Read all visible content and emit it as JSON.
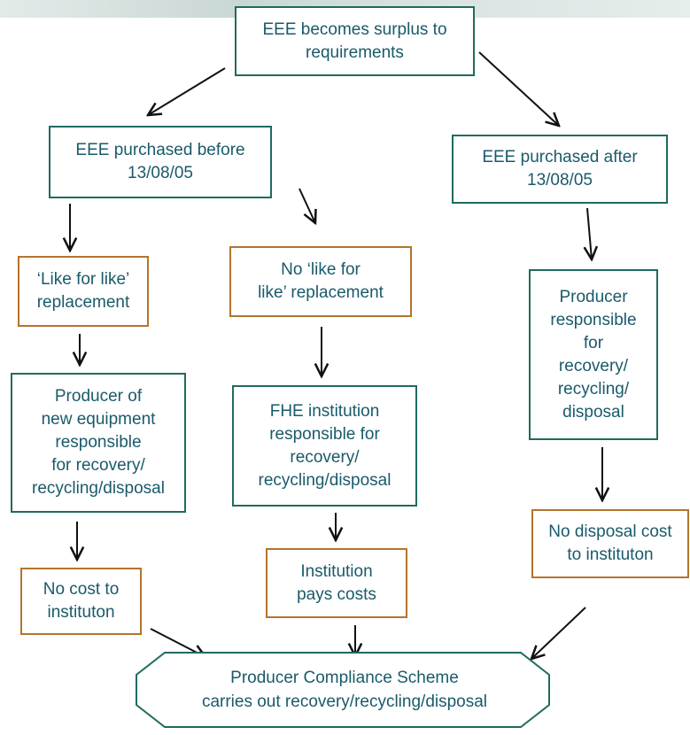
{
  "nodes": {
    "surplus": "EEE becomes surplus to\nrequirements",
    "before": "EEE purchased before\n13/08/05",
    "after": "EEE purchased after\n13/08/05",
    "like_for_like": "‘Like for like’\nreplacement",
    "no_like_for_like": "No ‘like for\nlike’ replacement",
    "producer_new": "Producer of\nnew equipment\nresponsible\nfor recovery/\nrecycling/disposal",
    "fhe": "FHE institution\nresponsible for\nrecovery/\nrecycling/disposal",
    "producer_resp": "Producer\nresponsible\nfor\nrecovery/\nrecycling/\ndisposal",
    "no_cost": "No cost to\ninstituton",
    "pays": "Institution\npays costs",
    "no_disposal": "No disposal cost\nto instituton",
    "scheme": "Producer Compliance Scheme\ncarries out recovery/recycling/disposal"
  },
  "colors": {
    "teal_border": "#1f6b5e",
    "brown_border": "#b4742d",
    "text": "#1a5a6a",
    "arrow": "#111111"
  }
}
